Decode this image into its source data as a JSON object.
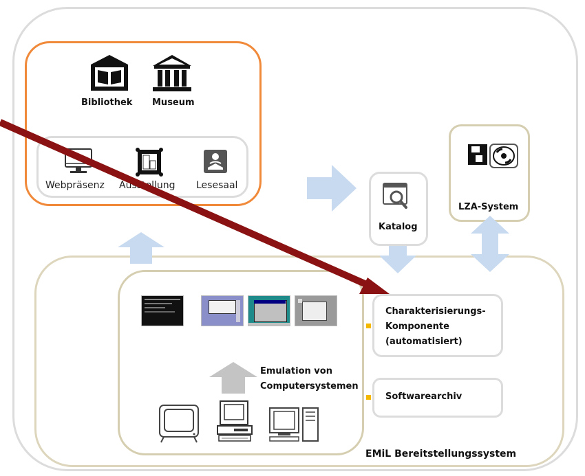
{
  "institutions": {
    "bibliothek_label": "Bibliothek",
    "museum_label": "Museum"
  },
  "services": {
    "webpraesenz_label": "Webpräsenz",
    "ausstellung_label": "Ausstellung",
    "lesesaal_label": "Lesesaal"
  },
  "katalog": {
    "label": "Katalog"
  },
  "lza": {
    "label": "LZA-System"
  },
  "characterization": {
    "line1": "Charakterisierungs-",
    "line2": "Komponente",
    "line3": "(automatisiert)"
  },
  "software_archive": {
    "label": "Softwarearchiv"
  },
  "emulation": {
    "line1": "Emulation von",
    "line2": "Computersystemen"
  },
  "system": {
    "label": "EMiL Bereitstellungssystem"
  },
  "colors": {
    "orange": "#f08a3a",
    "tan": "#d6ceb0",
    "outer_gray": "#dcdcdc",
    "arrow_blue": "#c8daf0",
    "pointer_red": "#8b1212",
    "connector_yellow": "#f5b800"
  },
  "icons": [
    "library-icon",
    "museum-icon",
    "monitor-icon",
    "picture-frame-icon",
    "reader-icon",
    "catalog-search-icon",
    "floppy-disk-icon",
    "cd-icon",
    "crt-monitor-icon",
    "desktop-computer-icon",
    "workstation-icon"
  ]
}
